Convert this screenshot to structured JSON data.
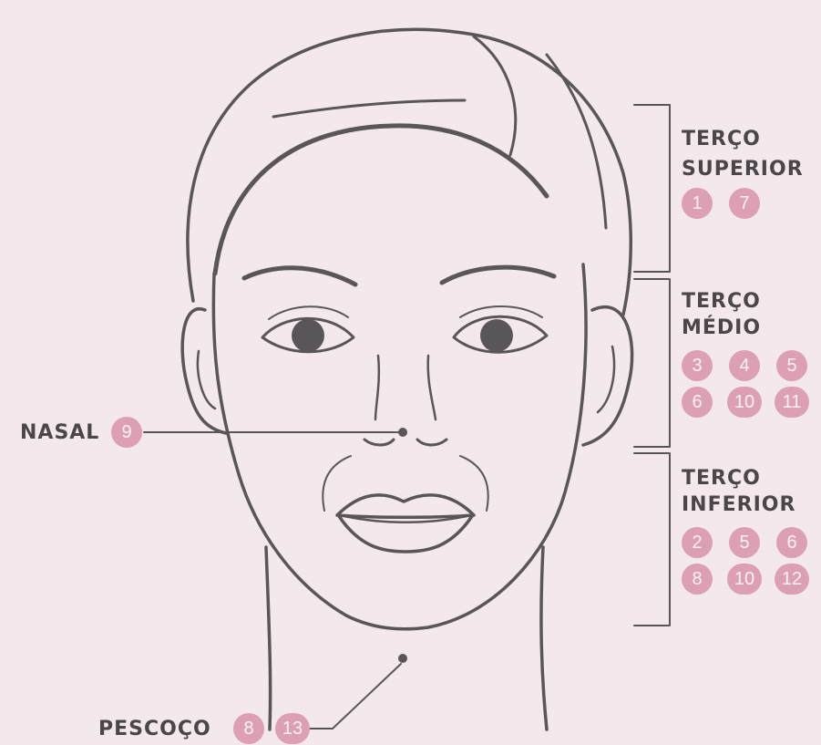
{
  "colors": {
    "background": "#f3e8ec",
    "line": "#4a4649",
    "badge": "#dc9fb4",
    "badge_text": "#fbf3f6"
  },
  "sections": {
    "upper": {
      "line1": "TERÇO",
      "line2": "SUPERIOR",
      "badges": [
        "1",
        "7"
      ]
    },
    "middle": {
      "line1": "TERÇO",
      "line2": "MÉDIO",
      "badges": [
        "3",
        "4",
        "5",
        "6",
        "10",
        "11"
      ]
    },
    "lower": {
      "line1": "TERÇO",
      "line2": "INFERIOR",
      "badges": [
        "2",
        "5",
        "6",
        "8",
        "10",
        "12"
      ]
    }
  },
  "nasal": {
    "label": "NASAL",
    "badges": [
      "9"
    ]
  },
  "neck": {
    "label": "PESCOÇO",
    "badges": [
      "8",
      "13"
    ]
  }
}
